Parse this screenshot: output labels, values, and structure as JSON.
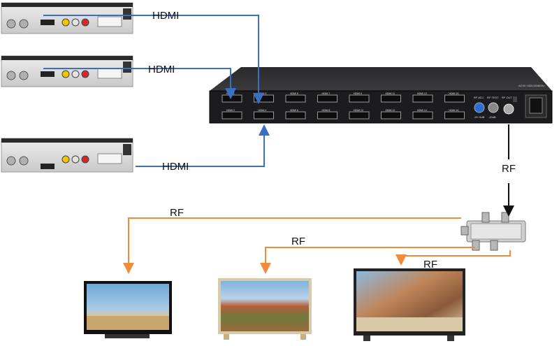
{
  "labels": {
    "hdmi_1": "HDMI",
    "hdmi_2": "HDMI",
    "hdmi_3": "HDMI",
    "rf_out": "RF",
    "rf_tv1": "RF",
    "rf_tv2": "RF",
    "rf_tv3": "RF"
  },
  "modulator": {
    "port_labels": [
      "HDMI 1",
      "HDMI 2",
      "HDMI 3",
      "HDMI 4",
      "HDMI 5",
      "HDMI 6",
      "HDMI 7",
      "HDMI 8",
      "HDMI 9",
      "HDMI 10",
      "HDMI 11",
      "HDMI 12",
      "HDMI 13",
      "HDMI 14",
      "HDMI 15",
      "HDMI 16"
    ],
    "rf_adj": "RF ADJ",
    "rf_test": "RF TEST",
    "rf_out": "RF OUT",
    "rf_range": "-20~5dB",
    "rf_test_level": "-20dB",
    "top_label": "AC90~260V,50/60Hz"
  },
  "colors": {
    "hdmi_line": "#3a6fc4",
    "rf_line": "#f08a3c",
    "rf_main": "#111111",
    "device_body": "#d9d9d9",
    "modulator_body": "#1c1c1e"
  }
}
